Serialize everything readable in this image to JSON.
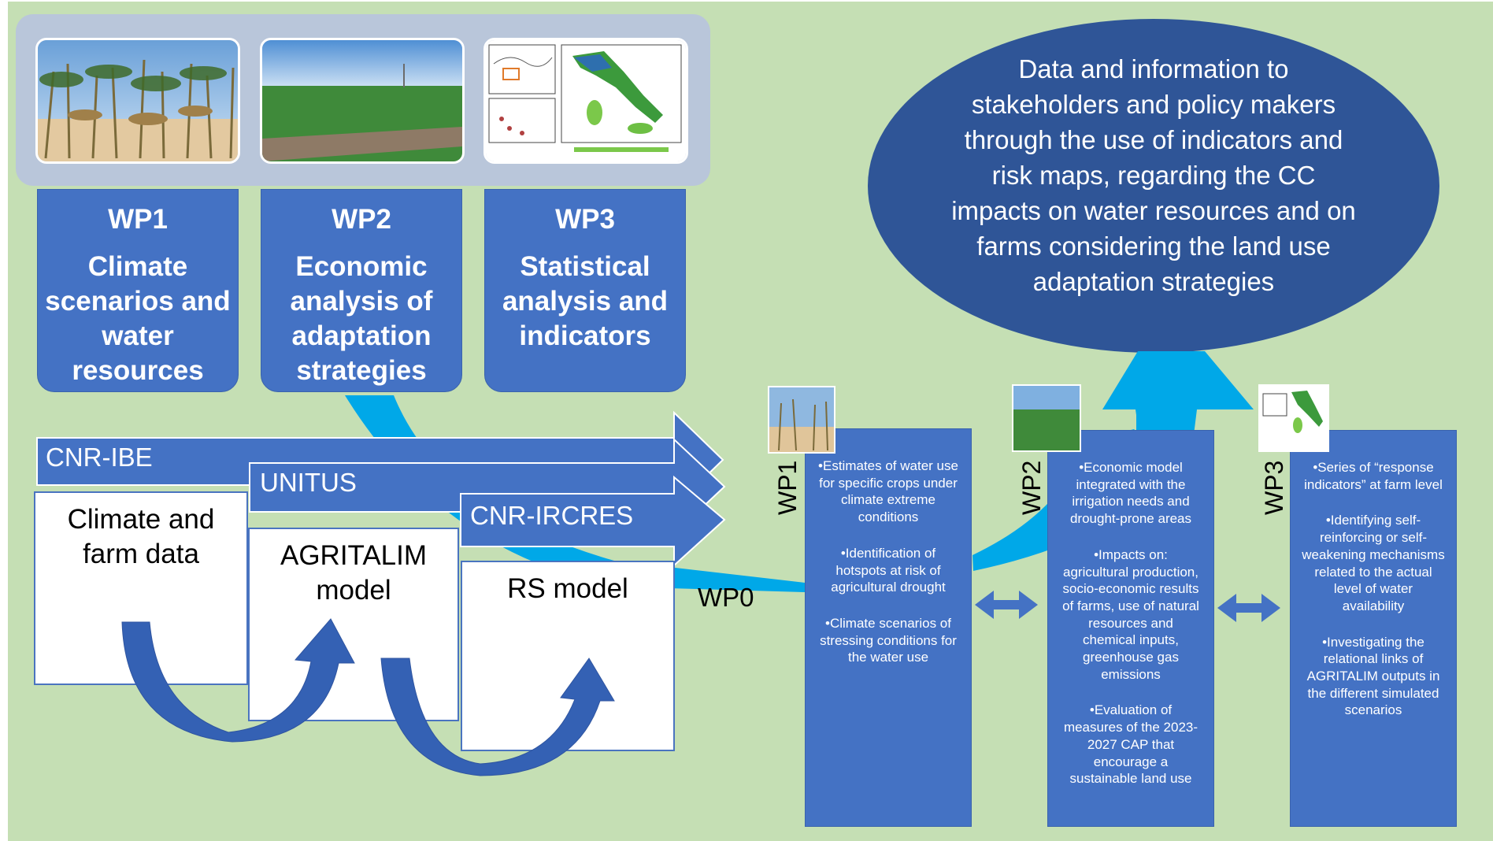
{
  "wp_cards": [
    {
      "id": "WP1",
      "title": "Climate scenarios and water resources"
    },
    {
      "id": "WP2",
      "title": "Economic analysis of adaptation strategies"
    },
    {
      "id": "WP3",
      "title": "Statistical analysis and indicators"
    }
  ],
  "outcome_text": "Data and information to stakeholders and policy makers through the use of indicators and risk maps, regarding the CC impacts on water resources and on farms considering the land use adaptation strategies",
  "partners": [
    {
      "name": "CNR-IBE",
      "box": "Climate and farm data"
    },
    {
      "name": "UNITUS",
      "box": "AGRITALIM model"
    },
    {
      "name": "CNR-IRCRES",
      "box": "RS model"
    }
  ],
  "wp0_label": "WP0",
  "columns": [
    {
      "label": "WP1",
      "bullets": [
        "•Estimates of water use for specific crops under climate extreme conditions",
        "•Identification of hotspots at risk of agricultural drought",
        "•Climate scenarios of stressing conditions for the water use"
      ]
    },
    {
      "label": "WP2",
      "bullets": [
        "•Economic model integrated with the irrigation needs and drought-prone areas",
        "•Impacts on: agricultural production, socio-economic results of farms, use of natural resources and chemical inputs, greenhouse gas emissions",
        "•Evaluation of measures of the 2023-2027 CAP that encourage a sustainable land use"
      ]
    },
    {
      "label": "WP3",
      "bullets": [
        "•Series of “response indicators” at farm level",
        "•Identifying self-reinforcing or self-weakening mechanisms related to the actual level of water availability",
        "•Investigating the relational links of AGRITALIM outputs in the different simulated scenarios"
      ]
    }
  ],
  "colors": {
    "background": "#c5dfb4",
    "wp_blue": "#4472c4",
    "ellipse_blue": "#2f5597",
    "cyan_arrow": "#00a8e8"
  }
}
